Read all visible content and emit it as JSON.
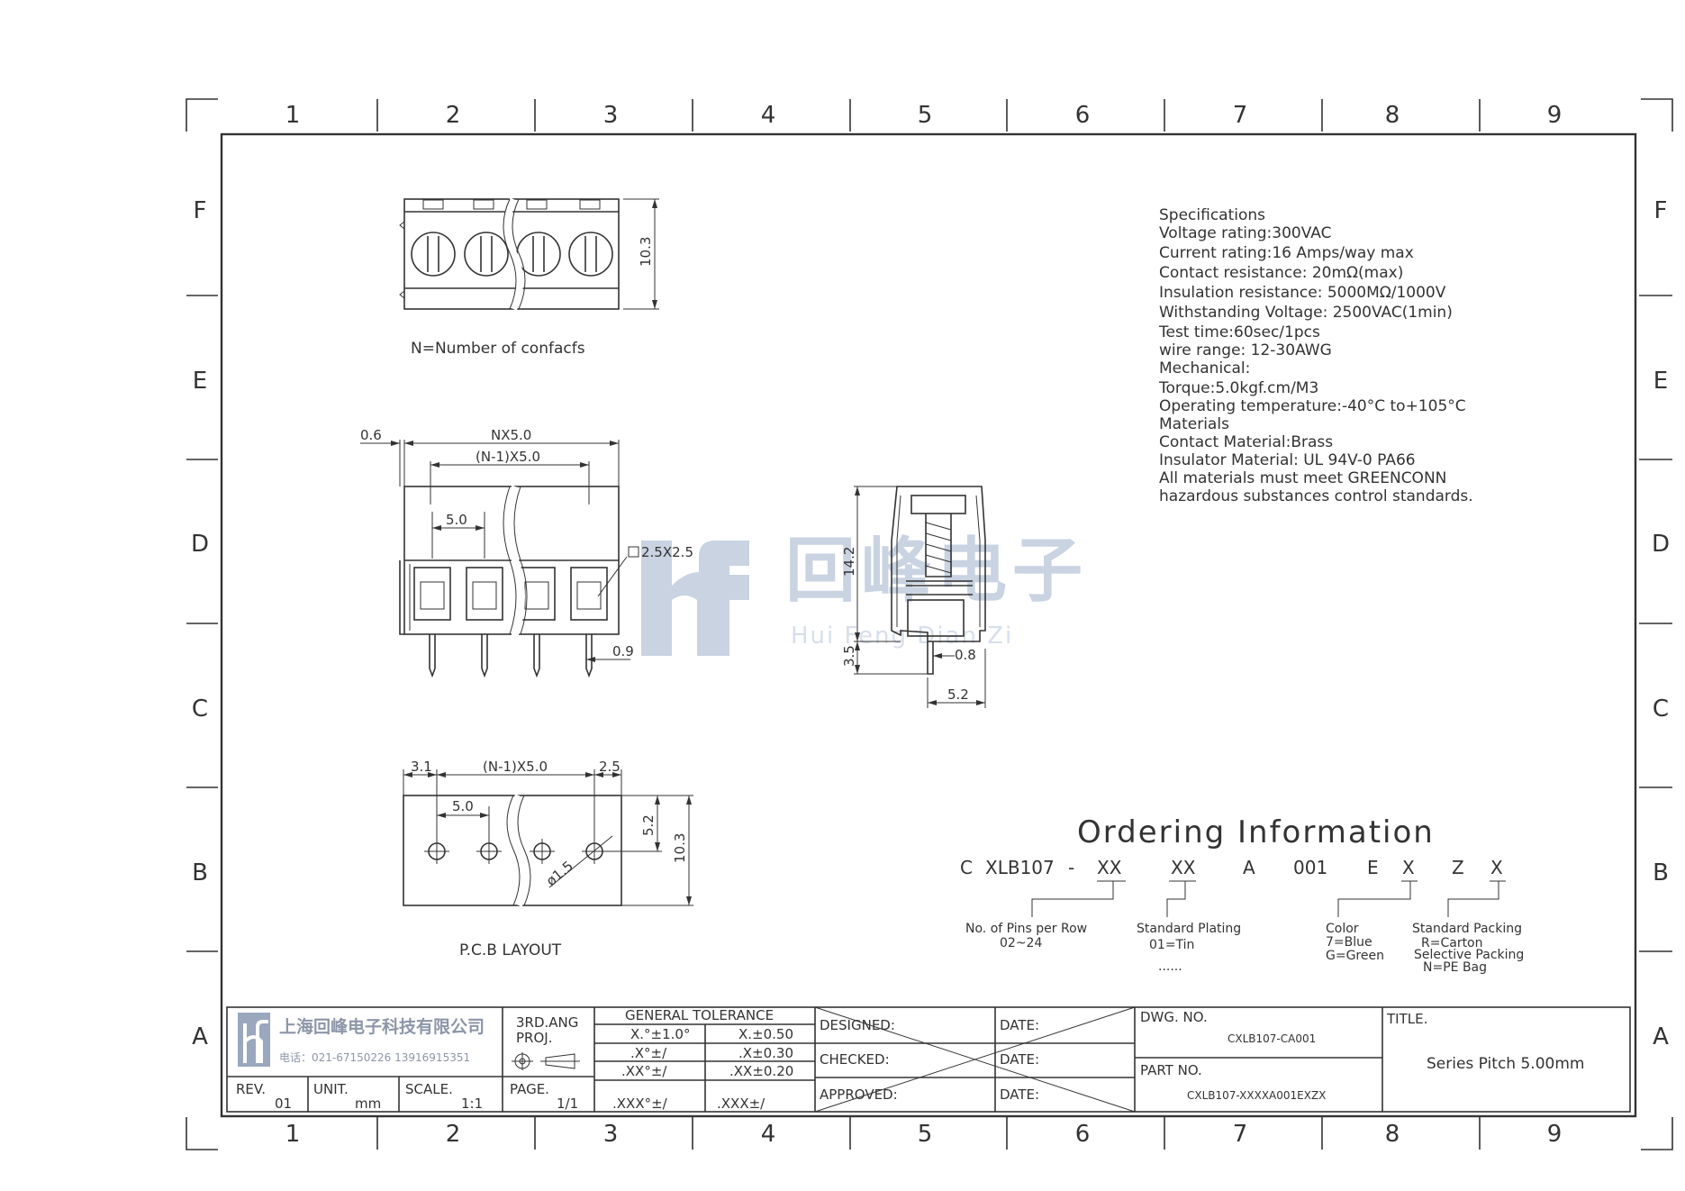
{
  "border": {
    "columns": [
      "1",
      "2",
      "3",
      "4",
      "5",
      "6",
      "7",
      "8",
      "9"
    ],
    "rows": [
      "F",
      "E",
      "D",
      "C",
      "B",
      "A"
    ]
  },
  "views": {
    "top_note": "N=Number of confacfs",
    "pcb_label": "P.C.B LAYOUT",
    "dims": {
      "top_h": "10.3",
      "front_pitch0": "0.6",
      "front_total": "NX5.0",
      "front_n1": "(N-1)X5.0",
      "front_pitch": "5.0",
      "front_pin": "2.5X2.5",
      "front_pinw": "0.9",
      "side_h": "14.2",
      "side_pin": "3.5",
      "side_pinw": "0.8",
      "side_w": "5.2",
      "pcb_left": "3.1",
      "pcb_n1": "(N-1)X5.0",
      "pcb_right": "2.5",
      "pcb_pitch": "5.0",
      "pcb_hole": "ø1.5",
      "pcb_off": "5.2",
      "pcb_h": "10.3"
    }
  },
  "watermark": {
    "text": "回峰电子",
    "sub": "Hui Feng Dian Zi"
  },
  "specs": [
    "Specifications",
    "Voltage rating:300VAC",
    "Current rating:16 Amps/way max",
    "Contact resistance: 20mΩ(max)",
    "Insulation resistance: 5000MΩ/1000V",
    "Withstanding Voltage: 2500VAC(1min)",
    "Test time:60sec/1pcs",
    "wire range: 12-30AWG",
    "Mechanical:",
    "Torque:5.0kgf.cm/M3",
    "Operating temperature:-40°C to+105°C",
    "Materials",
    "Contact Material:Brass",
    "Insulator Material: UL 94V-0 PA66",
    "All materials must meet GREENCONN",
    "hazardous substances control standards."
  ],
  "ordering": {
    "title": "Ordering Information",
    "code": [
      "C",
      "XLB107",
      "-",
      "XX",
      "XX",
      "A",
      "001",
      "E",
      "X",
      "Z",
      "X"
    ],
    "pins_label": "No. of Pins per Row",
    "pins_range": "02~24",
    "plating_label": "Standard Plating",
    "plating_val": "01=Tin",
    "plating_more": "......",
    "color_label": "Color",
    "color_1": "7=Blue",
    "color_2": "G=Green",
    "packing_label": "Standard Packing",
    "packing_1": "R=Carton",
    "packing_2": "Selective Packing",
    "packing_3": "N=PE Bag"
  },
  "title_block": {
    "company": "上海回峰电子科技有限公司",
    "phone": "电话：021-67150226 13916915351",
    "projection": "3RD.ANG",
    "proj": "PROJ.",
    "rev_label": "REV.",
    "rev": "01",
    "unit_label": "UNIT.",
    "unit": "mm",
    "scale_label": "SCALE.",
    "scale": "1:1",
    "page_label": "PAGE.",
    "page": "1/1",
    "tolerance_title": "GENERAL TOLERANCE",
    "tolerances": [
      [
        "X.°±1.0°",
        "X.±0.50"
      ],
      [
        ".X°±/",
        ".X±0.30"
      ],
      [
        ".XX°±/",
        ".XX±0.20"
      ],
      [
        ".XXX°±/",
        ".XXX±/"
      ]
    ],
    "designed": "DESIGNED:",
    "checked": "CHECKED:",
    "approved": "APPROVED:",
    "date": "DATE:",
    "dwg_label": "DWG. NO.",
    "dwg_no": "CXLB107-CA001",
    "part_label": "PART NO.",
    "part_no": "CXLB107-XXXXA001EXZX",
    "title_label": "TITLE.",
    "title": "Series Pitch 5.00mm"
  }
}
